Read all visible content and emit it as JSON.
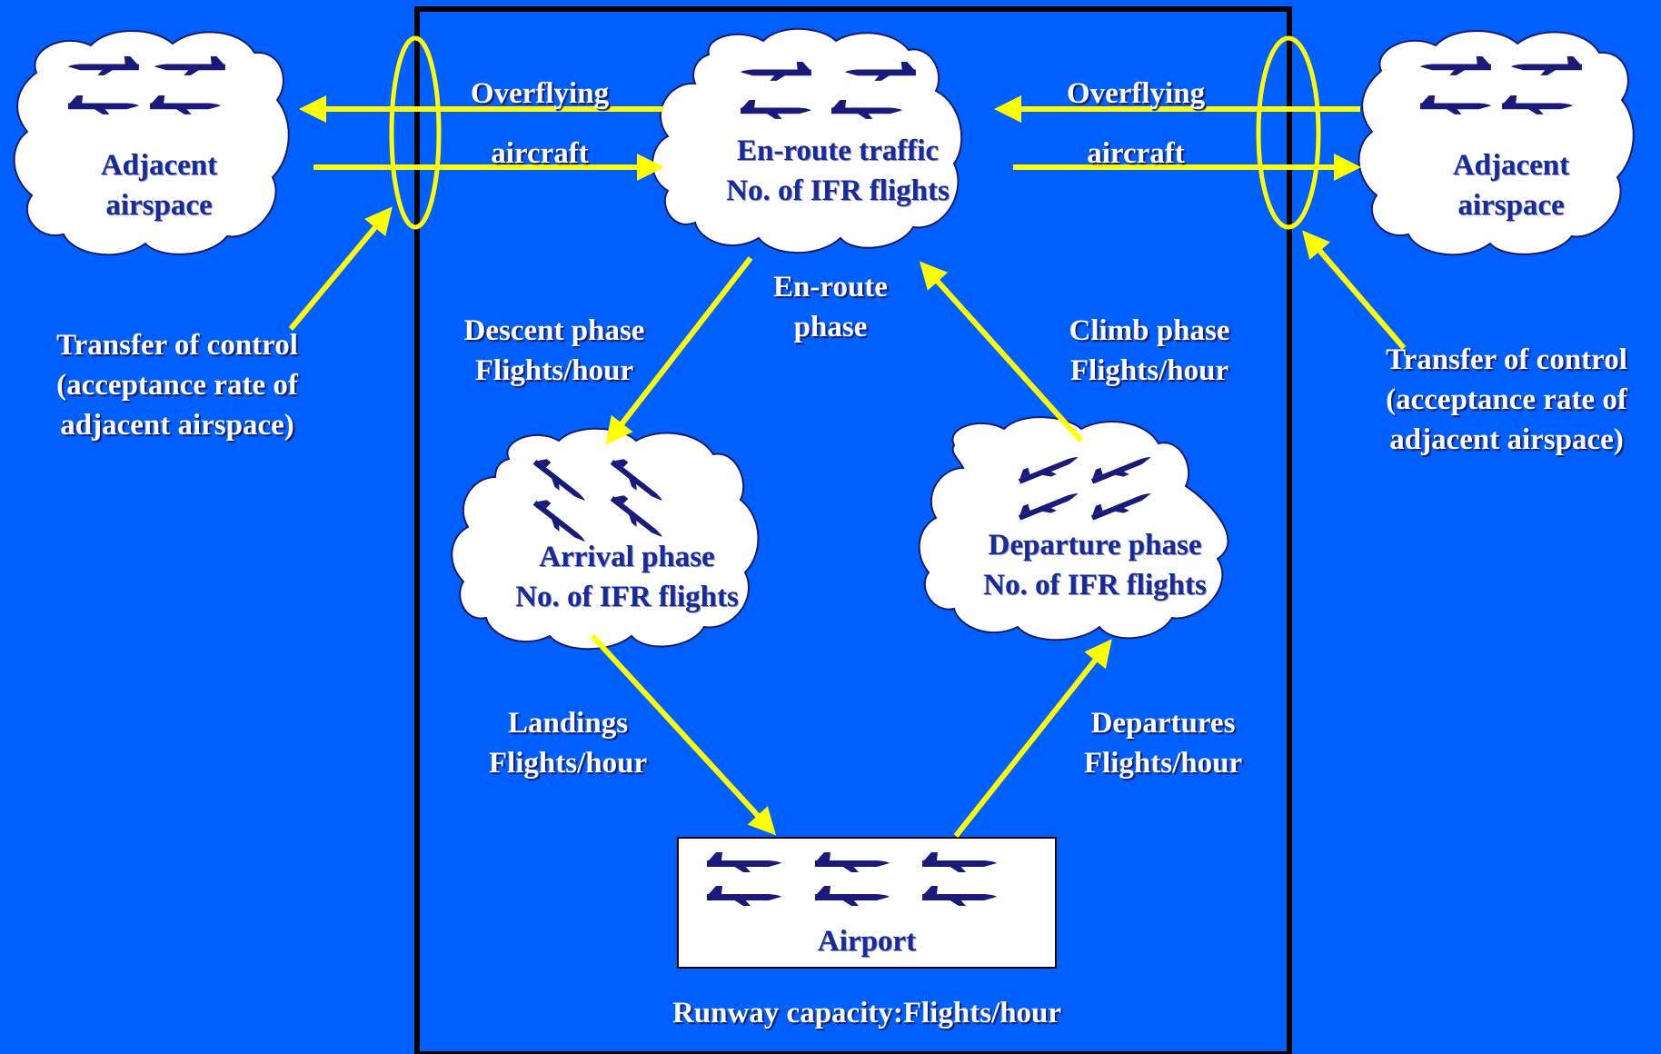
{
  "colors": {
    "background": "#0060FF",
    "arrow": "#FFFF00",
    "cloud_fill": "#FFFFFF",
    "aircraft": "#1A1A7A",
    "label_text": "#FFFFFF",
    "cloud_text": "#1A2A9A",
    "frame": "#000000"
  },
  "nodes": {
    "adjacent_left": {
      "line1": "Adjacent",
      "line2": "airspace"
    },
    "adjacent_right": {
      "line1": "Adjacent",
      "line2": "airspace"
    },
    "enroute": {
      "line1": "En-route traffic",
      "line2": "No. of IFR flights"
    },
    "arrival": {
      "line1": "Arrival phase",
      "line2": "No. of IFR flights"
    },
    "departure": {
      "line1": "Departure phase",
      "line2": "No. of IFR flights"
    },
    "airport": {
      "label": "Airport"
    }
  },
  "labels": {
    "overflying_left": {
      "line1": "Overflying",
      "line2": "aircraft"
    },
    "overflying_right": {
      "line1": "Overflying",
      "line2": "aircraft"
    },
    "enroute_phase": {
      "line1": "En-route",
      "line2": "phase"
    },
    "descent": {
      "line1": "Descent phase",
      "line2": "Flights/hour"
    },
    "climb": {
      "line1": "Climb phase",
      "line2": "Flights/hour"
    },
    "landings": {
      "line1": "Landings",
      "line2": "Flights/hour"
    },
    "departures": {
      "line1": "Departures",
      "line2": "Flights/hour"
    },
    "transfer_left": {
      "line1": "Transfer of control",
      "line2": "(acceptance rate of",
      "line3": "adjacent airspace)"
    },
    "transfer_right": {
      "line1": "Transfer of control",
      "line2": "(acceptance rate of",
      "line3": "adjacent airspace)"
    },
    "runway_capacity": "Runway capacity:Flights/hour"
  }
}
